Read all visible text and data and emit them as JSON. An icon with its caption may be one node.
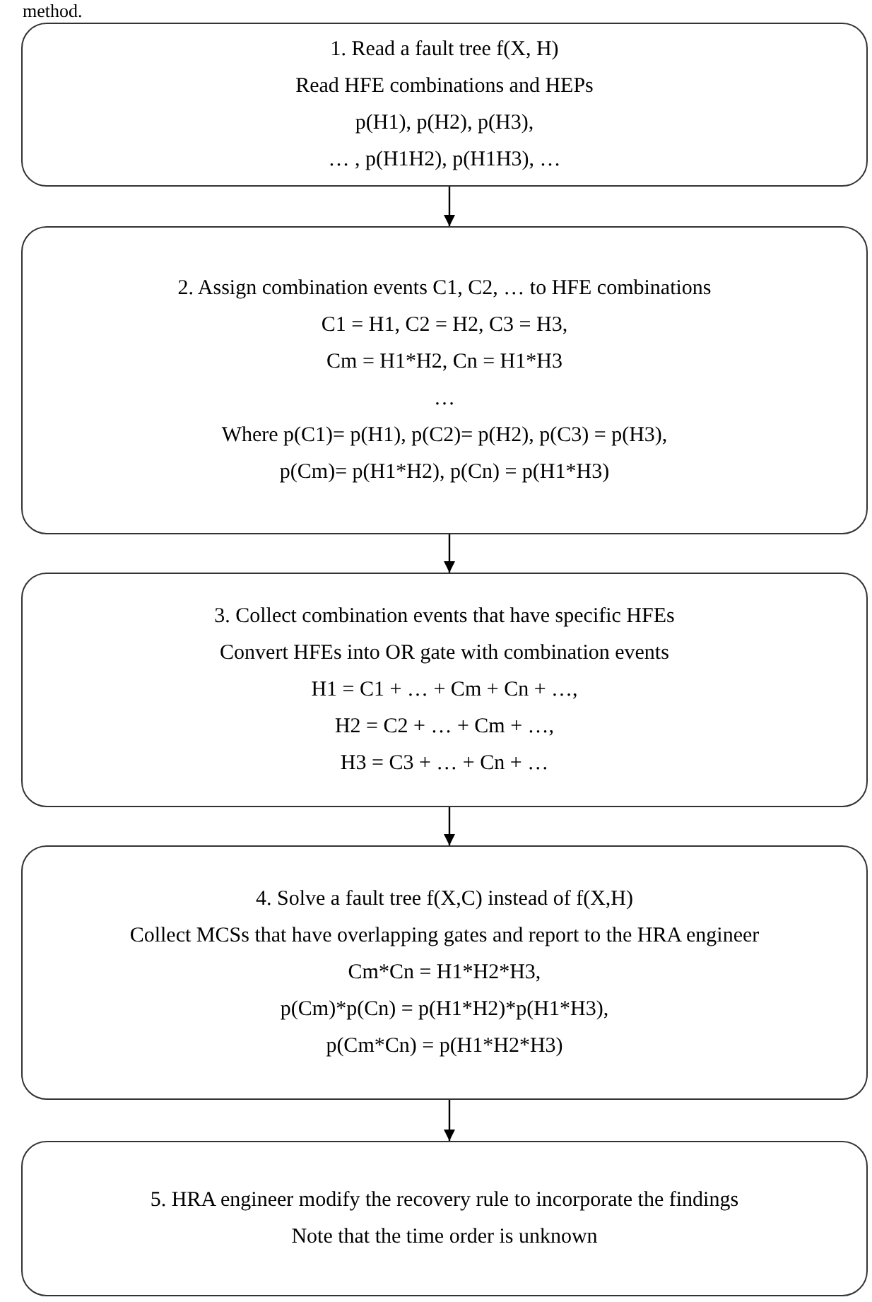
{
  "diagram": {
    "nodes": [
      {
        "text": [
          "1. Read a fault tree f(X, H)",
          "Read HFE combinations and HEPs",
          "p(H1), p(H2), p(H3),",
          "… , p(H1H2), p(H1H3), …"
        ]
      },
      {
        "text": [
          "2. Assign combination events C1, C2, … to HFE combinations",
          "C1 = H1, C2 = H2, C3 = H3,",
          "Cm = H1*H2, Cn = H1*H3",
          "…",
          "Where p(C1)= p(H1),  p(C2)= p(H2), p(C3) = p(H3),",
          "p(Cm)= p(H1*H2), p(Cn) = p(H1*H3)"
        ]
      },
      {
        "text": [
          "3. Collect combination events that have specific HFEs",
          "Convert HFEs into OR gate with combination events",
          "H1 = C1 + … + Cm + Cn + …,",
          "H2 = C2 + … + Cm + …,",
          "H3 = C3 + … + Cn + …"
        ]
      },
      {
        "text": [
          "4. Solve a fault tree f(X,C) instead of f(X,H)",
          "Collect MCSs that have overlapping gates and report to the HRA engineer",
          "Cm*Cn = H1*H2*H3,",
          "p(Cm)*p(Cn) = p(H1*H2)*p(H1*H3),",
          "p(Cm*Cn) = p(H1*H2*H3)"
        ]
      },
      {
        "text": [
          "5. HRA engineer modify the recovery rule to incorporate the findings",
          "Note that the time order is unknown"
        ]
      }
    ],
    "edges": [
      {
        "from": 0,
        "to": 1,
        "arrow": "to"
      },
      {
        "from": 1,
        "to": 2,
        "arrow": "to"
      },
      {
        "from": 2,
        "to": 3,
        "arrow": "to"
      },
      {
        "from": 3,
        "to": 4,
        "arrow": "to"
      }
    ],
    "labels": [
      "method."
    ]
  }
}
